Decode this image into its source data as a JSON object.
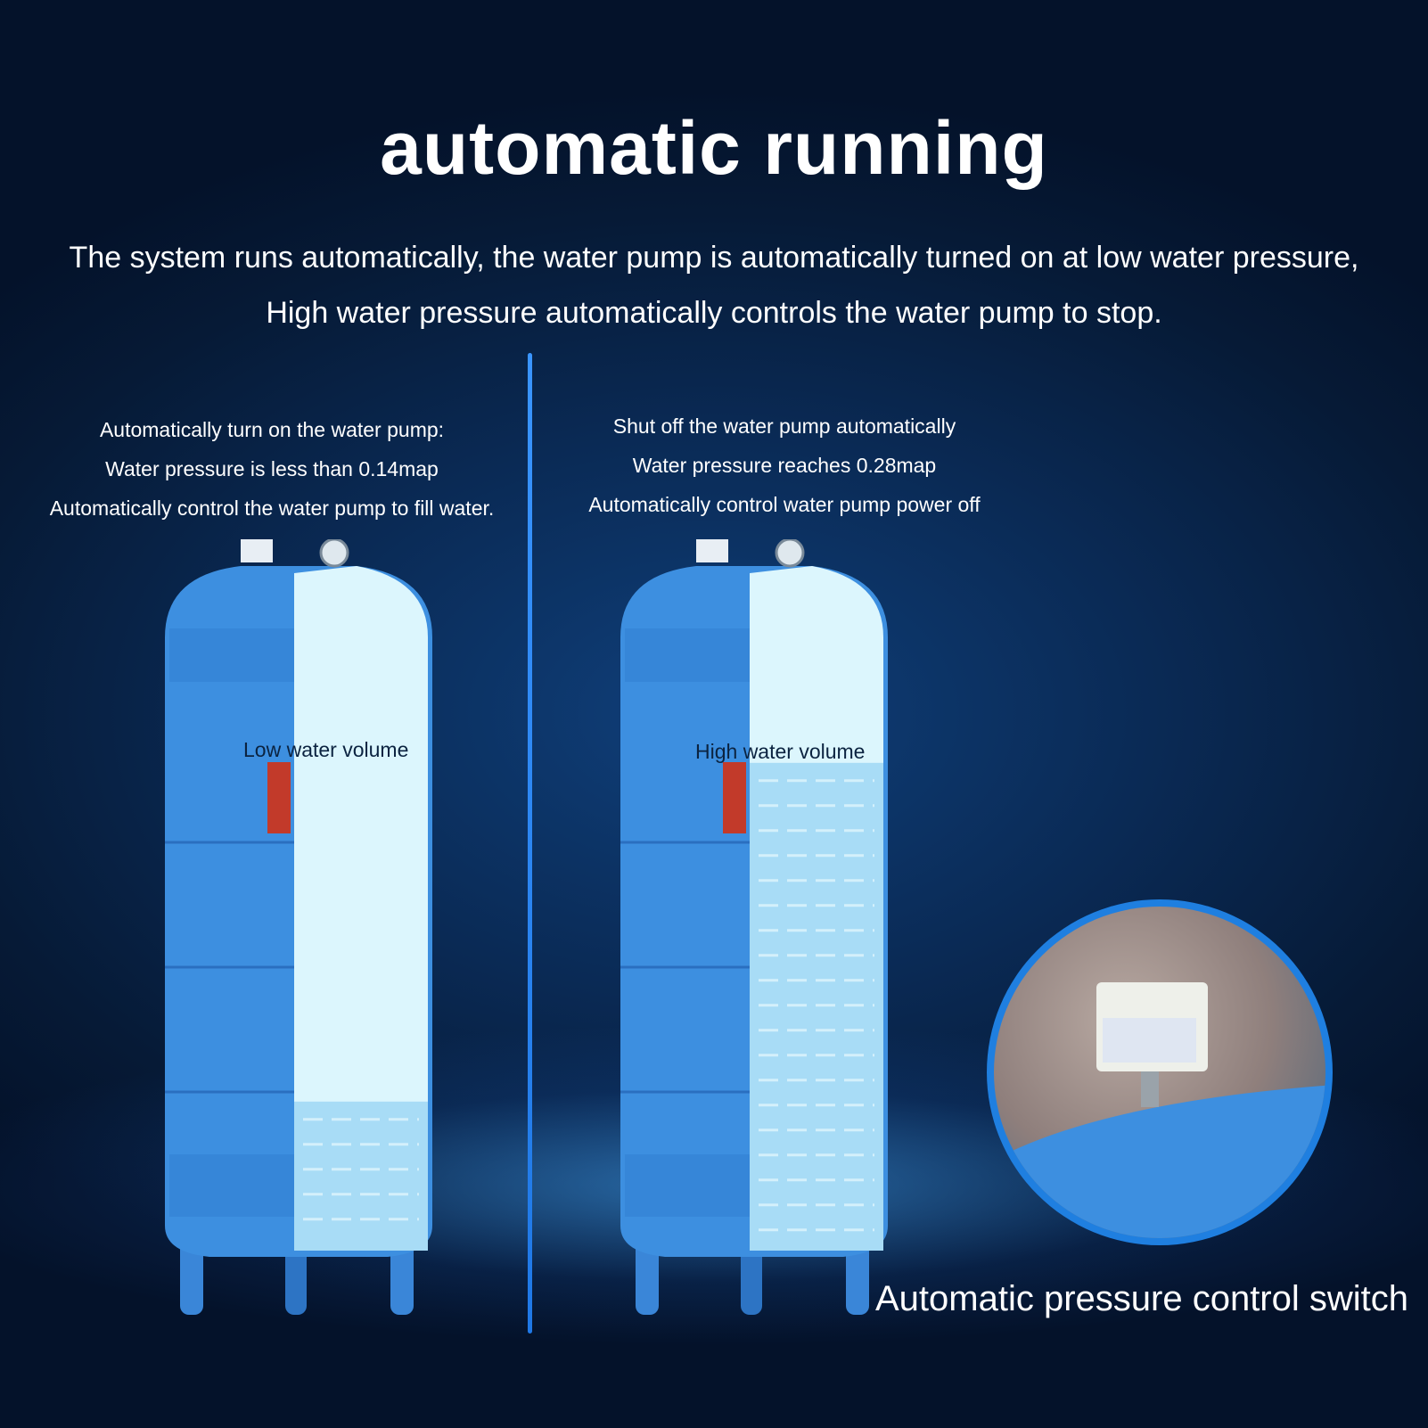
{
  "title": "automatic running",
  "subtitle_line1": "The system runs automatically, the water pump is automatically turned on at low water pressure,",
  "subtitle_line2": "High water pressure automatically controls the water pump to stop.",
  "left": {
    "line1": "Automatically turn on the water pump:",
    "line2": "Water pressure is less than 0.14map",
    "line3": "Automatically control the water pump to fill water.",
    "volume_label": "Low water volume",
    "water_level": 0.22
  },
  "right": {
    "line1": "Shut off the water pump automatically",
    "line2": "Water pressure reaches 0.28map",
    "line3": "Automatically control water pump power off",
    "volume_label": "High water volume",
    "water_level": 0.72
  },
  "switch_label": "Automatic pressure control switch",
  "colors": {
    "tank_blue": "#3d8fe0",
    "tank_dark": "#2a6fc0",
    "water_light": "#a8dcf6",
    "air_light": "#dcf6fd",
    "accent": "#3a95ff"
  }
}
